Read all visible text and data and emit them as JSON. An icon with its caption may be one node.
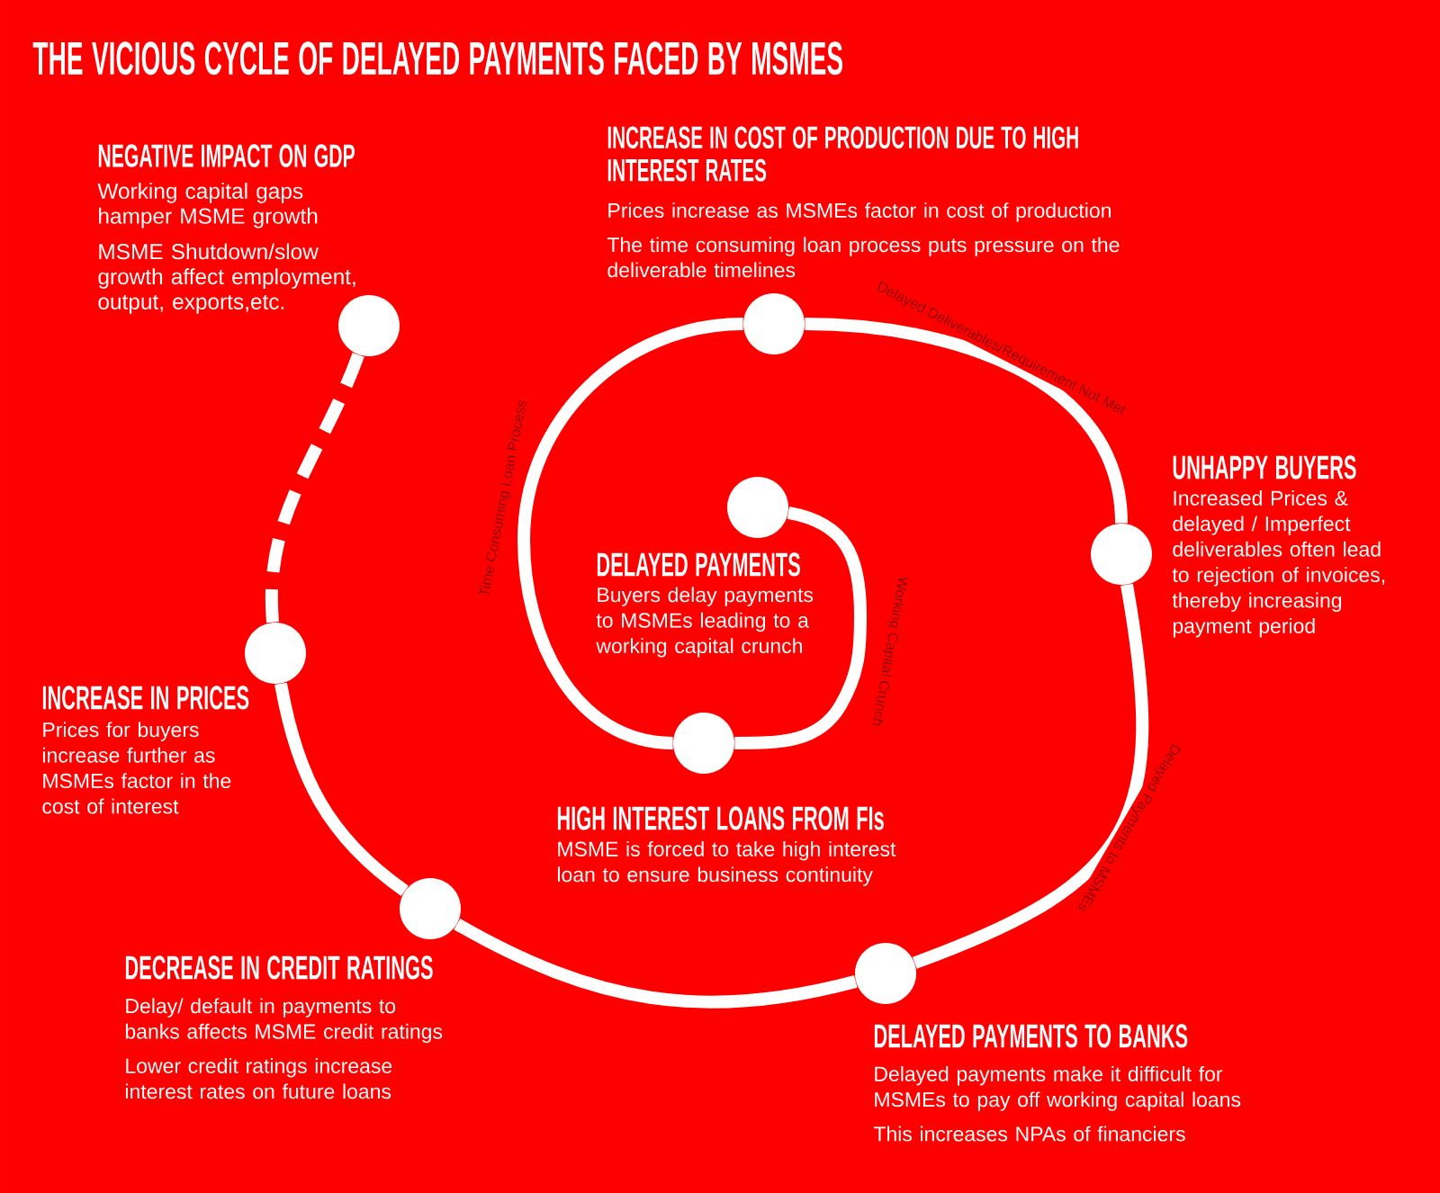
{
  "diagram": {
    "title": "THE VICIOUS CYCLE OF DELAYED PAYMENTS FACED BY MSMES",
    "nodes": [
      {
        "text": [],
        "shape": "circle",
        "beside": [
          "NEGATIVE IMPACT ON GDP",
          "Working capital gaps hamper MSME growth",
          "MSME Shutdown/slow growth affect employment, output, exports,etc."
        ]
      },
      {
        "text": [],
        "shape": "circle",
        "beside": [
          "INCREASE IN COST OF PRODUCTION DUE TO HIGH INTEREST RATES",
          "Prices increase as MSMEs factor in cost of production",
          "The time consuming loan process puts pressure on the deliverable timelines"
        ]
      },
      {
        "text": [],
        "shape": "circle",
        "beside": [
          "UNHAPPY BUYERS",
          "Increased Prices & delayed / Imperfect deliverables often lead to rejection of invoices, thereby increasing payment period"
        ]
      },
      {
        "text": [],
        "shape": "circle",
        "beside": [
          "DELAYED PAYMENTS",
          "Buyers delay payments to MSMEs leading to a working capital crunch"
        ]
      },
      {
        "text": [],
        "shape": "circle",
        "beside": [
          "INCREASE IN PRICES",
          "Prices for buyers increase further as MSMEs factor in the cost of interest"
        ]
      },
      {
        "text": [],
        "shape": "circle",
        "beside": [
          "HIGH INTEREST LOANS FROM FIs",
          "MSME is forced to take high interest loan to ensure business continuity"
        ]
      },
      {
        "text": [],
        "shape": "circle",
        "beside": [
          "DECREASE IN CREDIT RATINGS",
          "Delay/ default in payments to banks affects MSME credit ratings",
          "Lower credit ratings increase interest rates on future loans"
        ]
      },
      {
        "text": [],
        "shape": "circle",
        "beside": [
          "DELAYED PAYMENTS TO BANKS",
          "Delayed payments make it difficult for MSMEs to pay off working capital loans",
          "This increases NPAs of financiers"
        ]
      }
    ],
    "edges": [
      {
        "from": 3,
        "to": 5,
        "arrow": "none",
        "label": "Working Capital Crunch"
      },
      {
        "from": 5,
        "to": 1,
        "arrow": "none",
        "label": "Time Consuming Loan Process"
      },
      {
        "from": 1,
        "to": 2,
        "arrow": "none",
        "label": "Delayed Deliverables/Requirement Not Met"
      },
      {
        "from": 2,
        "to": 7,
        "arrow": "none",
        "label": "Delayed Payments to MSMEs"
      },
      {
        "from": 7,
        "to": 6,
        "arrow": "none"
      },
      {
        "from": 6,
        "to": 4,
        "arrow": "none"
      },
      {
        "from": 4,
        "to": 0,
        "arrow": "none",
        "style": "dashed"
      }
    ]
  }
}
